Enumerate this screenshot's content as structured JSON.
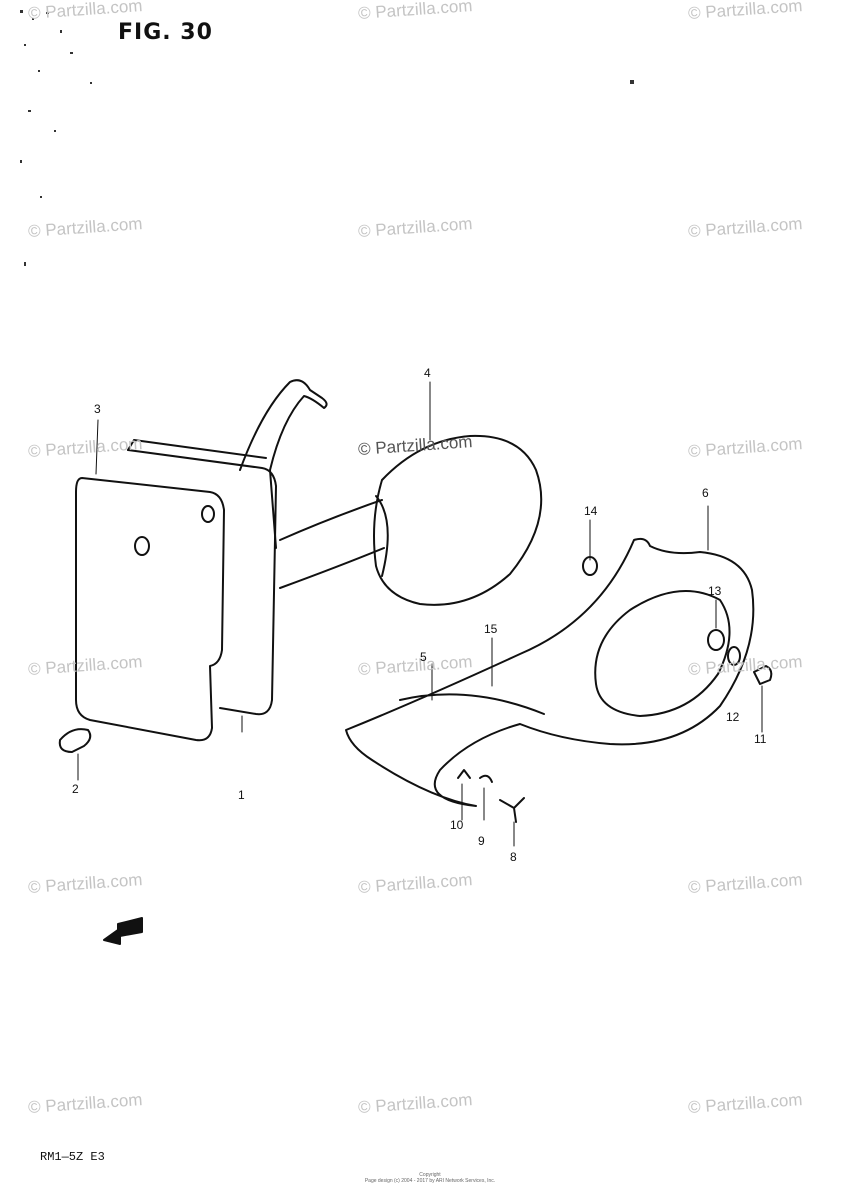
{
  "figure": {
    "title": "FIG. 30",
    "code": "RM1―5Z E3",
    "copyright_line1": "Copyright",
    "copyright_line2": "Page design (c) 2004 - 2017 by ARI Network Services, Inc."
  },
  "watermark": {
    "text": "© Partzilla.com"
  },
  "callouts": [
    {
      "label": "1"
    },
    {
      "label": "2"
    },
    {
      "label": "3"
    },
    {
      "label": "4"
    },
    {
      "label": "5"
    },
    {
      "label": "6"
    },
    {
      "label": "8"
    },
    {
      "label": "9"
    },
    {
      "label": "10"
    },
    {
      "label": "11"
    },
    {
      "label": "12"
    },
    {
      "label": "13"
    },
    {
      "label": "14"
    },
    {
      "label": "15"
    }
  ],
  "colors": {
    "ink": "#111111",
    "watermark": "#c4c4c4"
  },
  "icons": {
    "direction_arrow": "fwd-arrow-icon"
  }
}
